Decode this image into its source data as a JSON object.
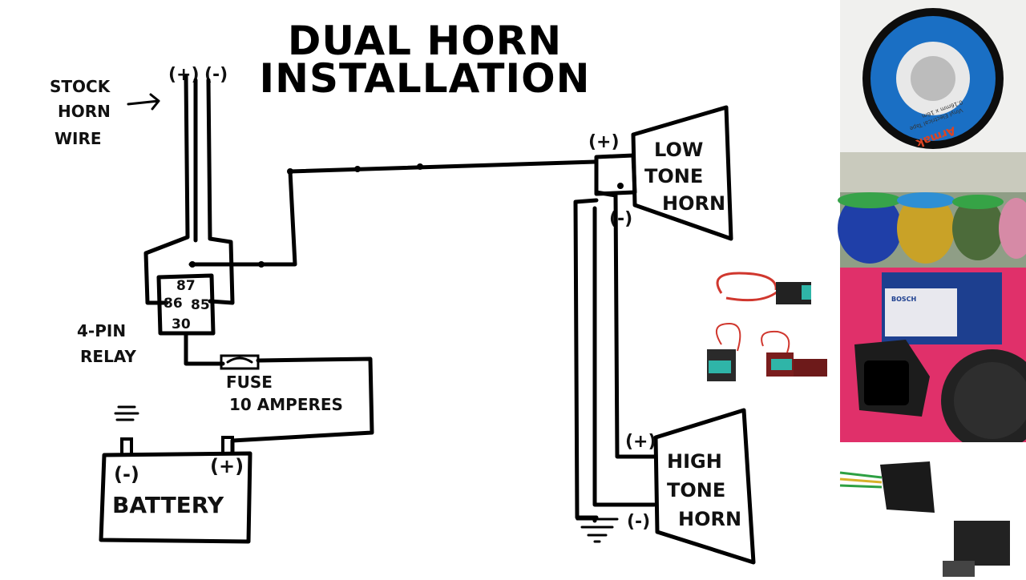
{
  "title": {
    "line1": "DUAL HORN",
    "line2": "INSTALLATION"
  },
  "labels": {
    "stock_horn_wire": [
      "STOCK",
      "HORN",
      "WIRE"
    ],
    "stock_polarity_pos": "(+)",
    "stock_polarity_neg": "(-)",
    "relay_title": [
      "4-PIN",
      "RELAY"
    ],
    "relay_pins": {
      "p87": "87",
      "p86": "86",
      "p85": "85",
      "p30": "30"
    },
    "fuse": [
      "FUSE",
      "10 AMPERES"
    ],
    "battery": "BATTERY",
    "battery_neg": "(-)",
    "battery_pos": "(+)",
    "low_horn": [
      "LOW",
      "TONE",
      "HORN"
    ],
    "low_pos": "(+)",
    "low_neg": "(-)",
    "high_horn": [
      "HIGH",
      "TONE",
      "HORN"
    ],
    "high_pos": "(+)",
    "high_neg": "(-)"
  },
  "photos": {
    "tape": {
      "brand": "Armak",
      "text": "Vinyl Electrical Tape",
      "sub": "0.16mm x 16m"
    },
    "horn_box": {
      "text": "BOSCH"
    }
  },
  "colors": {
    "ink": "#000000",
    "tape_blue": "#1a6fc4",
    "horn_bg": "#e0306a",
    "box_blue": "#1d3f8f",
    "fuse_red": "#c0392b",
    "fuse_teal": "#2fb5a8"
  }
}
